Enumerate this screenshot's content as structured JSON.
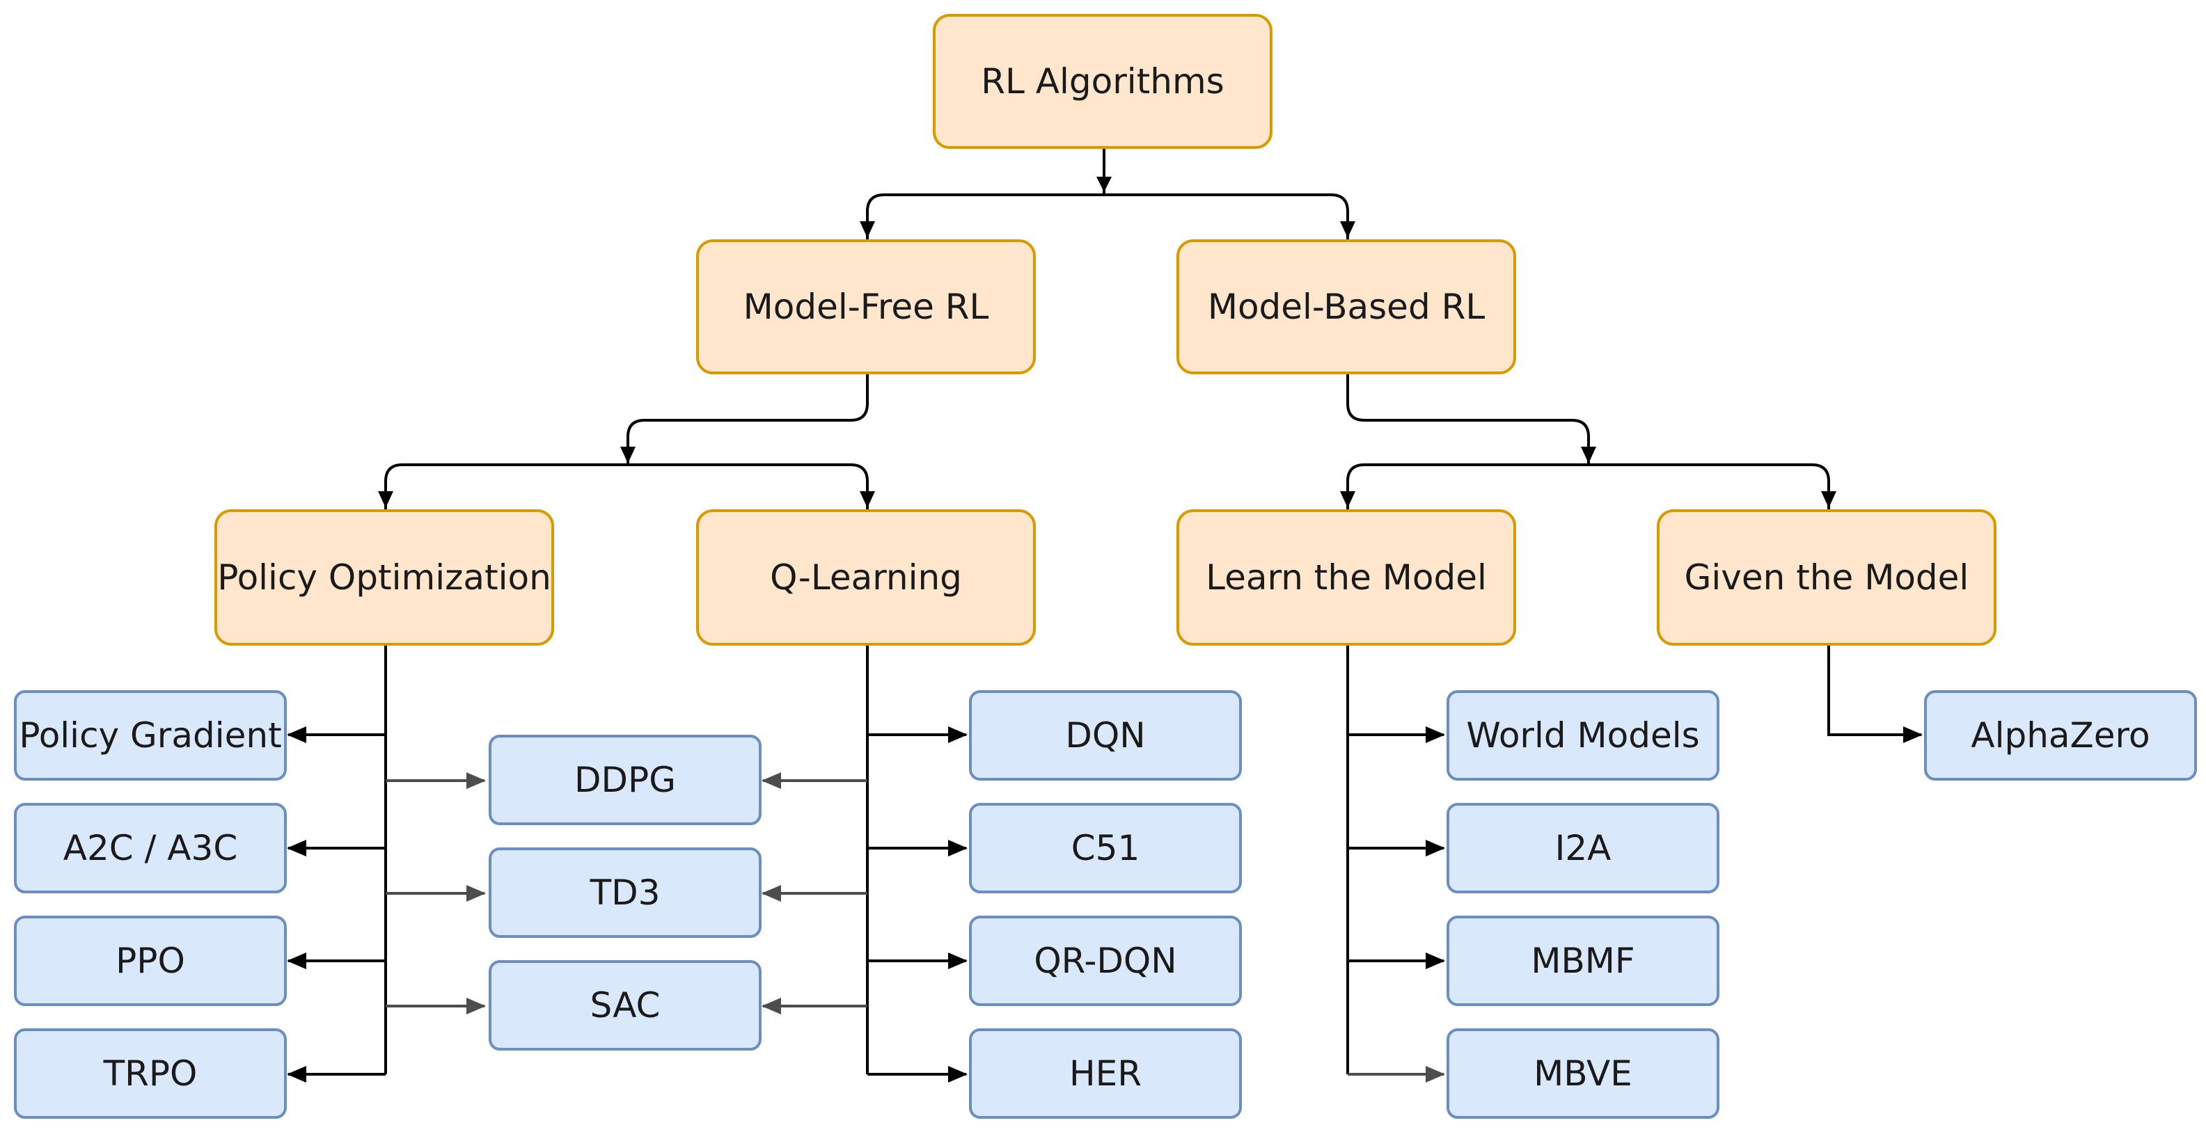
{
  "diagram": {
    "root": "RL Algorithms",
    "branches": {
      "model_free": "Model-Free RL",
      "model_based": "Model-Based RL"
    },
    "subbranches": {
      "policy_optimization": "Policy Optimization",
      "q_learning": "Q-Learning",
      "learn_the_model": "Learn the Model",
      "given_the_model": "Given the Model"
    },
    "algorithms": {
      "policy_gradient": "Policy Gradient",
      "a2c_a3c": "A2C / A3C",
      "ppo": "PPO",
      "trpo": "TRPO",
      "ddpg": "DDPG",
      "td3": "TD3",
      "sac": "SAC",
      "dqn": "DQN",
      "c51": "C51",
      "qr_dqn": "QR-DQN",
      "her": "HER",
      "world_models": "World Models",
      "i2a": "I2A",
      "mbmf": "MBMF",
      "mbve": "MBVE",
      "alphazero": "AlphaZero"
    },
    "colors": {
      "category_fill": "#ffe6cc",
      "category_border": "#d79b00",
      "algorithm_fill": "#dae8fc",
      "algorithm_border": "#6c8ebf",
      "edge_dark": "#000000",
      "edge_gray": "#4d4d4d"
    }
  }
}
